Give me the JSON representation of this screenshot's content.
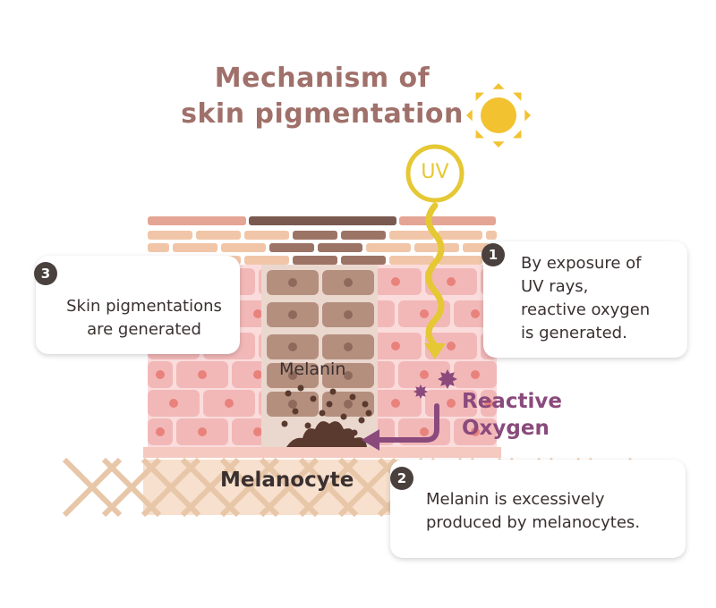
{
  "title": {
    "line1": "Mechanism of",
    "line2": "skin pigmentation"
  },
  "uv": "UV",
  "labels": {
    "melanin": "Melanin",
    "melanocyte": "Melanocyte",
    "reactive_oxygen_1": "Reactive",
    "reactive_oxygen_2": "Oxygen"
  },
  "steps": [
    {
      "number": "1",
      "lines": [
        "By exposure of",
        "UV rays,",
        "reactive oxygen",
        "is generated."
      ]
    },
    {
      "number": "2",
      "lines": [
        "Melanin is excessively",
        "produced by melanocytes."
      ]
    },
    {
      "number": "3",
      "lines": [
        "Skin pigmentations",
        "are generated"
      ]
    }
  ],
  "colors": {
    "title": "#a0706a",
    "sun": "#f2c230",
    "uv_ray": "#e5c834",
    "skin_cell": "#f2b8b8",
    "skin_nucleus": "#e9827c",
    "melanin_cell": "#b58f7e",
    "reactive_oxygen": "#8a4a7c",
    "badge": "#4a403d"
  }
}
